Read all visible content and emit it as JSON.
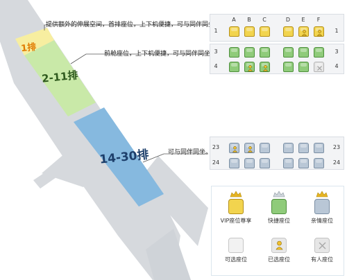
{
  "zones": {
    "z1": "1排",
    "z2": "2-11排",
    "z3": "14-30排"
  },
  "callouts": {
    "c1": "提供额外的伸展空间，首排座位，上下机便捷，可与同伴同坐；",
    "c2": "前舱座位，上下机便捷，可与同伴同坐；",
    "c3": "可与同伴同坐。"
  },
  "columns": [
    "A",
    "B",
    "C",
    "D",
    "E",
    "F"
  ],
  "panel1": {
    "rows": [
      {
        "num": "1",
        "seats": [
          "vip",
          "vip",
          "vip",
          "vip",
          "vip-selected",
          "vip-selected"
        ]
      }
    ]
  },
  "panel2": {
    "rows": [
      {
        "num": "3",
        "seats": [
          "quick",
          "quick",
          "quick",
          "quick",
          "quick",
          "quick"
        ]
      },
      {
        "num": "4",
        "seats": [
          "quick",
          "quick-selected",
          "quick-selected",
          "quick",
          "quick",
          "quick-occupied"
        ]
      }
    ]
  },
  "panel3": {
    "rows": [
      {
        "num": "23",
        "seats": [
          "family-selected",
          "family-selected",
          "family",
          "family",
          "family",
          "family"
        ]
      },
      {
        "num": "24",
        "seats": [
          "family",
          "family",
          "family",
          "family",
          "family",
          "family"
        ]
      }
    ]
  },
  "legend": {
    "items": [
      {
        "key": "vip",
        "label": "VIP座位尊享",
        "crown": "gold"
      },
      {
        "key": "quick",
        "label": "快捷座位",
        "crown": "silver"
      },
      {
        "key": "family",
        "label": "亲情座位",
        "crown": "gold"
      },
      {
        "key": "available",
        "label": "可选座位"
      },
      {
        "key": "selected",
        "label": "已选座位"
      },
      {
        "key": "occupied",
        "label": "有人座位"
      }
    ]
  },
  "colors": {
    "vip": "#f2d44e",
    "quick": "#8fcb7a",
    "family": "#b9c7d6",
    "plane": "#d6d9dd",
    "zone1": "#f7eea0",
    "zone2": "#c9e9a8",
    "zone3": "#86b9df"
  }
}
